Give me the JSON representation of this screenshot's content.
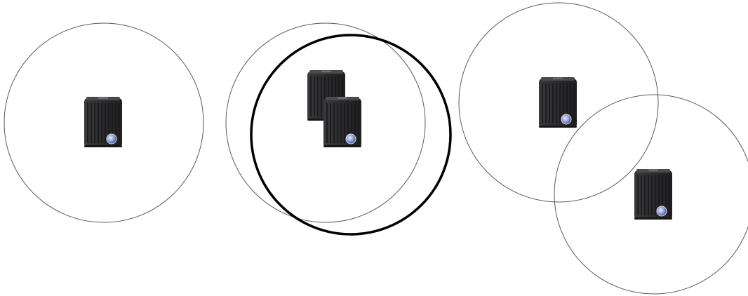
{
  "diagram": {
    "type": "wireless-access-point-coverage",
    "colors": {
      "background": "#ffffff",
      "circle_stroke": "#5a5a5a",
      "circle_stroke_emphasis": "#000000",
      "device_body": "#2b2b2d",
      "device_ribs": "#1c1c1e",
      "device_led": "#8c9ad8"
    },
    "device_icon": "access-point-icon",
    "groups": [
      {
        "name": "single-ap",
        "access_points": 1,
        "coverage_areas": 1
      },
      {
        "name": "overlapping-pair",
        "access_points": 2,
        "coverage_areas": 2,
        "emphasized_coverage": 1
      },
      {
        "name": "spaced-pair",
        "access_points": 2,
        "coverage_areas": 2
      }
    ]
  }
}
